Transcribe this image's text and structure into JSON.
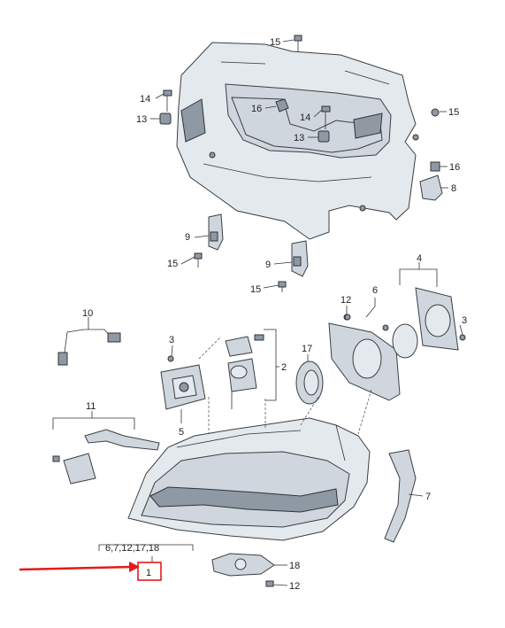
{
  "callouts": {
    "c15a": "15",
    "c14a": "14",
    "c13a": "13",
    "c16a": "16",
    "c14b": "14",
    "c13b": "13",
    "c15b": "15",
    "c16b": "16",
    "c8": "8",
    "c9a": "9",
    "c15c": "15",
    "c9b": "9",
    "c15d": "15",
    "c4": "4",
    "c12a": "12",
    "c6": "6",
    "c3a": "3",
    "c10": "10",
    "c17": "17",
    "c3b": "3",
    "c2": "2",
    "c5": "5",
    "c11": "11",
    "c7": "7",
    "c1": "1",
    "c1_parts": "6,7,12,17,18",
    "c18": "18",
    "c12b": "12"
  },
  "colors": {
    "highlight": "#e31b1b",
    "line": "#333333",
    "part_fill": "#cfd6dd"
  },
  "icons": [
    "headlight-assembly",
    "mounting-bracket",
    "screw",
    "clip-nut",
    "control-unit",
    "leveling-motor",
    "seal-cap",
    "cable-harness",
    "trim-cover"
  ]
}
